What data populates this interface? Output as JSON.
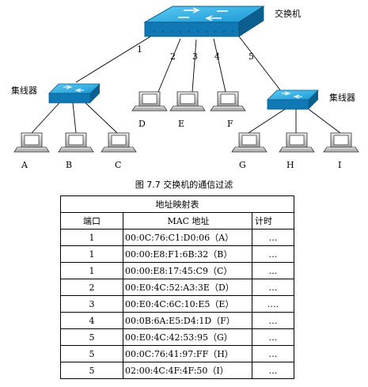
{
  "diagram": {
    "central_switch": {
      "label": "交换机"
    },
    "hubs": [
      {
        "label": "集线器"
      },
      {
        "label": "集线器"
      }
    ],
    "port_labels": [
      "1",
      "2",
      "3",
      "4",
      "5"
    ],
    "hosts": [
      "A",
      "B",
      "C",
      "D",
      "E",
      "F",
      "G",
      "H",
      "I"
    ],
    "caption": "图 7.7  交换机的通信过滤"
  },
  "table": {
    "title": "地址映射表",
    "headers": {
      "port": "端口",
      "mac": "MAC 地址",
      "timer": "计时"
    },
    "rows": [
      {
        "port": "1",
        "mac": "00:0C:76:C1:D0:06（A）",
        "timer": "…"
      },
      {
        "port": "1",
        "mac": "00:00:E8:F1:6B:32（B）",
        "timer": "…"
      },
      {
        "port": "1",
        "mac": "00:00:E8:17:45:C9（C）",
        "timer": "…"
      },
      {
        "port": "2",
        "mac": "00:E0:4C:52:A3:3E（D）",
        "timer": "…"
      },
      {
        "port": "3",
        "mac": "00:E0:4C:6C:10:E5（E）",
        "timer": "…."
      },
      {
        "port": "4",
        "mac": "00:0B:6A:E5:D4:1D（F）",
        "timer": "…"
      },
      {
        "port": "5",
        "mac": "00:E0:4C:42:53:95（G）",
        "timer": "…"
      },
      {
        "port": "5",
        "mac": "00:0C:76:41:97:FF（H）",
        "timer": "…"
      },
      {
        "port": "5",
        "mac": "02:00:4C:4F:4F:50（I）",
        "timer": "…"
      }
    ]
  },
  "colors": {
    "switch_top": "#1fa3dd",
    "switch_side": "#0b6fa8",
    "computer_body": "#d8d8d8",
    "screen": "#ffffff"
  }
}
